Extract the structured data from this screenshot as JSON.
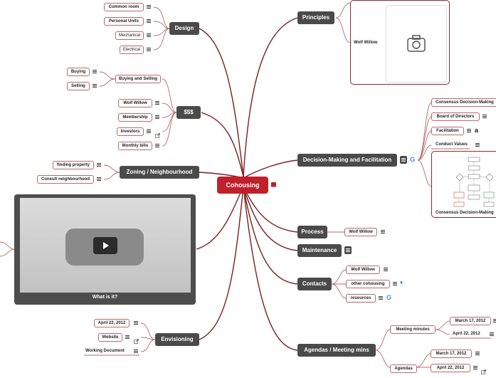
{
  "center": {
    "label": "Cohousing"
  },
  "branches": {
    "design": {
      "label": "Design",
      "children": [
        "Common room",
        "Personal Units",
        "Mechanical",
        "Electrical"
      ]
    },
    "money": {
      "label": "$$$",
      "buying_selling": "Buying and Selling",
      "buying": "Buying",
      "selling": "Selling",
      "children": [
        "Wolf Willow",
        "Membership",
        "Investors",
        "Monthly bills"
      ]
    },
    "zoning": {
      "label": "Zoning / Neighbourhood",
      "children": [
        "finding property",
        "Consult neighbourhood"
      ]
    },
    "video": {
      "caption": "What is it?"
    },
    "envisioning": {
      "label": "Envisioning",
      "children": [
        "April 22, 2012",
        "Website",
        "Working Document"
      ]
    },
    "principles": {
      "label": "Principles",
      "wolf_willow": "Wolf Willow"
    },
    "decision": {
      "label": "Decision-Making and Facilitation",
      "children": [
        "Consensus Decision-Making",
        "Board of Directors",
        "Facilitation",
        "Conduct Values"
      ],
      "image_caption": "Consensus Decision-Making"
    },
    "process": {
      "label": "Process",
      "child": "Wolf Willow"
    },
    "maintenance": {
      "label": "Maintenance"
    },
    "contacts": {
      "label": "Contacts",
      "children": [
        "Wolf Willow",
        "other cohousing",
        "resources"
      ]
    },
    "agendas": {
      "label": "Agendas / Meeting mins",
      "meeting_minutes": "Meeting minutes",
      "minutes_dates": [
        "March 17, 2012",
        "April 22, 2012"
      ],
      "agendas_label": "Agendas",
      "agenda_dates": [
        "March 17, 2012",
        "April 22, 2012"
      ]
    }
  },
  "colors": {
    "link": "#7a1f1f",
    "center": "#c0202b",
    "node_dark": "#4a4a4a"
  }
}
